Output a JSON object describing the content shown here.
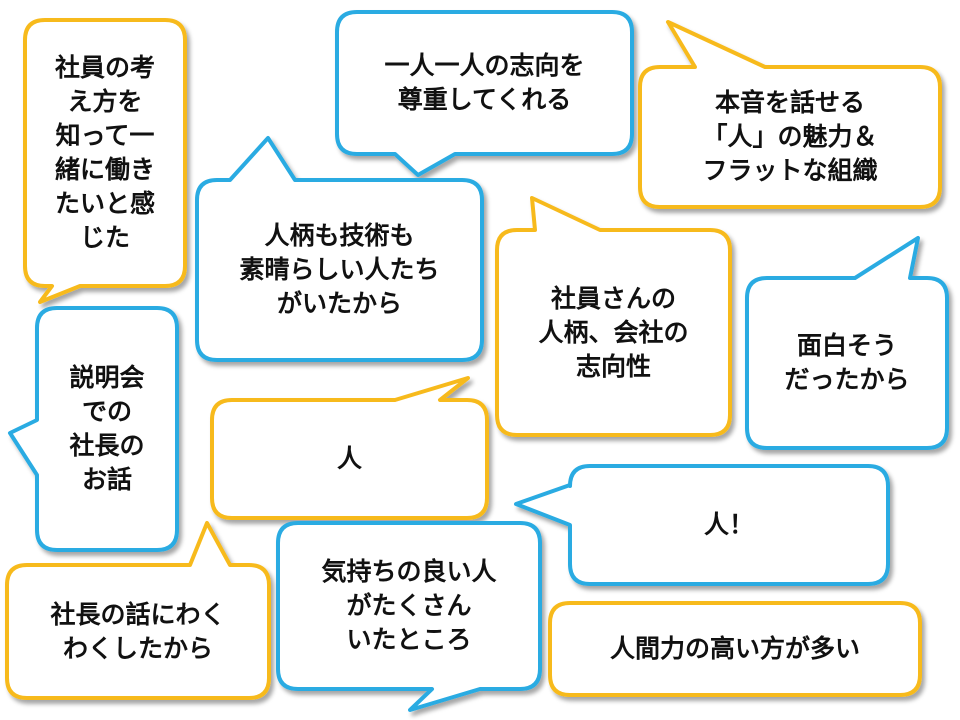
{
  "colors": {
    "blue": "#29ABE2",
    "yellow": "#F7BA1E",
    "fill": "#FFFFFF",
    "text": "#111111"
  },
  "bubbles": [
    {
      "text": "社員の考\nえ方を\n知って一\n緒に働き\nたいと感\nじた",
      "border": "yellow"
    },
    {
      "text": "一人一人の志向を\n尊重してくれる",
      "border": "blue"
    },
    {
      "text": "本音を話せる\n「人」の魅力＆\nフラットな組織",
      "border": "yellow"
    },
    {
      "text": "人柄も技術も\n素晴らしい人たち\nがいたから",
      "border": "blue"
    },
    {
      "text": "社員さんの\n人柄、会社の\n志向性",
      "border": "yellow"
    },
    {
      "text": "面白そう\nだったから",
      "border": "blue"
    },
    {
      "text": "説明会\nでの\n社長の\nお話",
      "border": "blue"
    },
    {
      "text": "人",
      "border": "yellow"
    },
    {
      "text": "人！",
      "border": "blue"
    },
    {
      "text": "社長の話にわく\nわくしたから",
      "border": "yellow"
    },
    {
      "text": "気持ちの良い人\nがたくさん\nいたところ",
      "border": "blue"
    },
    {
      "text": "人間力の高い方が多い",
      "border": "yellow"
    }
  ]
}
